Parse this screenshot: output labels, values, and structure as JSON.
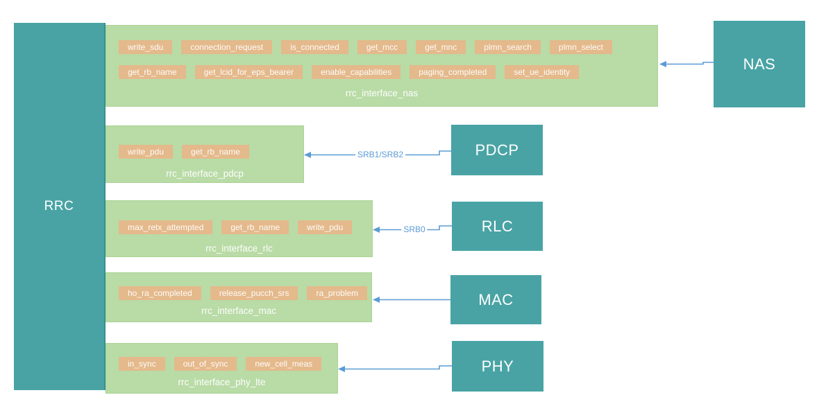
{
  "rrc": {
    "label": "RRC"
  },
  "modules": {
    "nas": "NAS",
    "pdcp": "PDCP",
    "rlc": "RLC",
    "mac": "MAC",
    "phy": "PHY"
  },
  "interfaces": {
    "nas": {
      "label": "rrc_interface_nas",
      "tags_row1": [
        "write_sdu",
        "connection_request",
        "is_connected",
        "get_mcc",
        "get_mnc",
        "plmn_search",
        "plmn_select"
      ],
      "tags_row2": [
        "get_rb_name",
        "get_lcid_for_eps_bearer",
        "enable_capabilities",
        "paging_completed",
        "set_ue_identity"
      ]
    },
    "pdcp": {
      "label": "rrc_interface_pdcp",
      "tags": [
        "write_pdu",
        "get_rb_name"
      ],
      "arrow_label": "SRB1/SRB2"
    },
    "rlc": {
      "label": "rrc_interface_rlc",
      "tags": [
        "max_retx_attempted",
        "get_rb_name",
        "write_pdu"
      ],
      "arrow_label": "SRB0"
    },
    "mac": {
      "label": "rrc_interface_mac",
      "tags": [
        "ho_ra_completed",
        "release_pucch_srs",
        "ra_problem"
      ]
    },
    "phy": {
      "label": "rrc_interface_phy_lte",
      "tags": [
        "in_sync",
        "out_of_sync",
        "new_cell_meas"
      ]
    }
  },
  "colors": {
    "module_teal": "#49a3a4",
    "interface_green": "#b9dba6",
    "tag_tan": "#e4b98b",
    "arrow_blue": "#5b9bd5",
    "text_white": "#ffffff"
  }
}
